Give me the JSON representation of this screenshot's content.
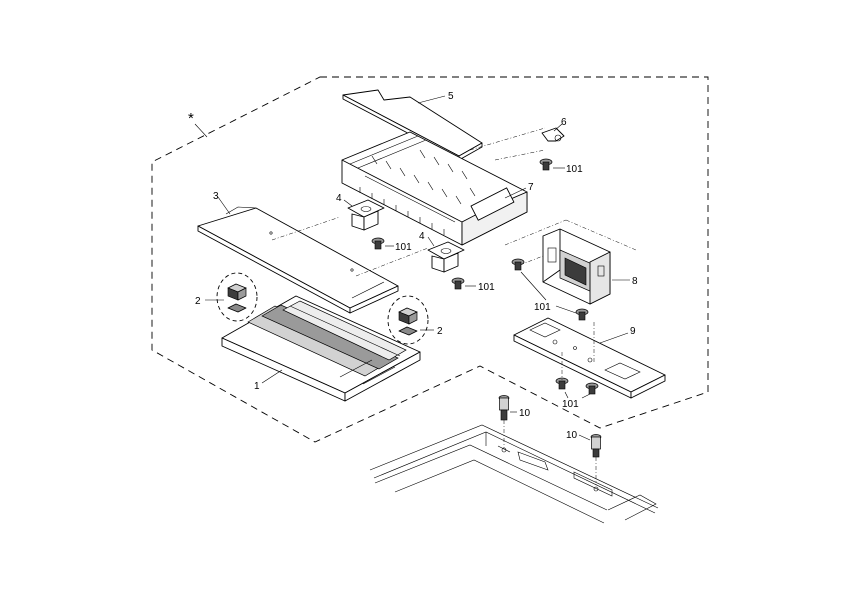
{
  "diagram": {
    "group_marker": "*",
    "callouts": {
      "c1": "1",
      "c2a": "2",
      "c2b": "2",
      "c3": "3",
      "c4a": "4",
      "c4b": "4",
      "c5": "5",
      "c6": "6",
      "c7": "7",
      "c8": "8",
      "c9": "9",
      "c10a": "10",
      "c10b": "10",
      "c101a": "101",
      "c101b": "101",
      "c101c": "101",
      "c101d": "101",
      "c101e": "101"
    }
  }
}
